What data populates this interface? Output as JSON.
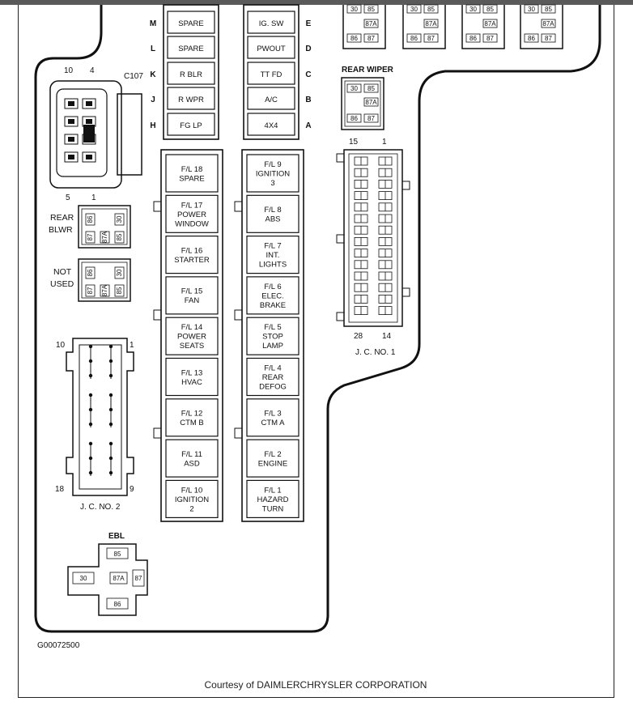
{
  "caption": "Courtesy of DAIMLERCHRYSLER CORPORATION",
  "figure_id": "G00072500",
  "top_row": {
    "letters_left": [
      "M",
      "L",
      "K",
      "J",
      "H"
    ],
    "letters_right": [
      "E",
      "D",
      "C",
      "B",
      "A"
    ],
    "left_column": [
      "SPARE",
      "SPARE",
      "R BLR",
      "R WPR",
      "FG LP"
    ],
    "right_column": [
      "IG. SW",
      "PWOUT",
      "TT FD",
      "A/C",
      "4X4"
    ]
  },
  "fuses_left": [
    [
      "F/L 18",
      "SPARE"
    ],
    [
      "F/L 17",
      "POWER",
      "WINDOW"
    ],
    [
      "F/L 16",
      "STARTER"
    ],
    [
      "F/L 15",
      "FAN"
    ],
    [
      "F/L 14",
      "POWER",
      "SEATS"
    ],
    [
      "F/L 13",
      "HVAC"
    ],
    [
      "F/L 12",
      "CTM B"
    ],
    [
      "F/L 11",
      "ASD"
    ],
    [
      "F/L 10",
      "IGNITION",
      "2"
    ]
  ],
  "fuses_right": [
    [
      "F/L 9",
      "IGNITION",
      "3"
    ],
    [
      "F/L 8",
      "ABS"
    ],
    [
      "F/L 7",
      "INT.",
      "LIGHTS"
    ],
    [
      "F/L 6",
      "ELEC.",
      "BRAKE"
    ],
    [
      "F/L 5",
      "STOP",
      "LAMP"
    ],
    [
      "F/L 4",
      "REAR",
      "DEFOG"
    ],
    [
      "F/L 3",
      "CTM A"
    ],
    [
      "F/L 2",
      "ENGINE"
    ],
    [
      "F/L 1",
      "HAZARD",
      "TURN"
    ]
  ],
  "relay_pins": {
    "p30": "30",
    "p85": "85",
    "p87a": "87A",
    "p86": "86",
    "p87": "87"
  },
  "rear_wiper": {
    "label": "REAR WIPER"
  },
  "c107": {
    "label": "C107",
    "pin10": "10",
    "pin4": "4",
    "pin5": "5",
    "pin1": "1"
  },
  "rear_blwr": {
    "line1": "REAR",
    "line2": "BLWR",
    "pins": [
      "86",
      "30",
      "87",
      "87A",
      "85"
    ]
  },
  "not_used": {
    "line1": "NOT",
    "line2": "USED",
    "pins": [
      "86",
      "30",
      "87",
      "87A",
      "85"
    ]
  },
  "jc2": {
    "label": "J. C. NO. 2",
    "pin10": "10",
    "pin1": "1",
    "pin18": "18",
    "pin9": "9"
  },
  "jc1": {
    "label": "J. C. NO. 1",
    "pin15": "15",
    "pin1": "1",
    "pin28": "28",
    "pin14": "14"
  },
  "ebl": {
    "label": "EBL",
    "pins": [
      "85",
      "30",
      "87A",
      "87",
      "86"
    ]
  }
}
